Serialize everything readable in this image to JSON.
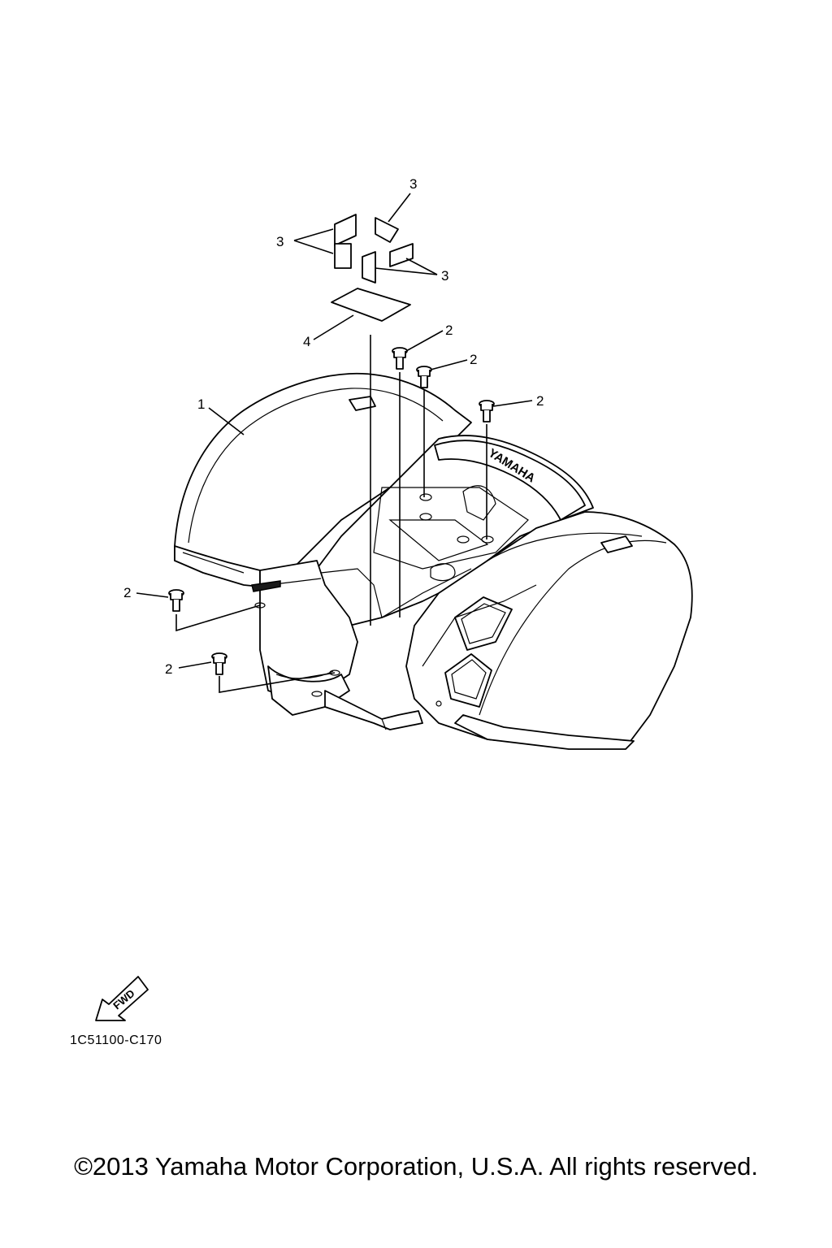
{
  "callouts": {
    "fender": "1",
    "bolt_a": "2",
    "bolt_b": "2",
    "bolt_c": "2",
    "bolt_d": "2",
    "bolt_e": "2",
    "reflector_top": "3",
    "reflector_left": "3",
    "reflector_right": "3",
    "plate": "4"
  },
  "brand_text": "YAMAHA",
  "fwd_label": "FWD",
  "diagram_code": "1C51100-C170",
  "copyright": "©2013 Yamaha Motor Corporation, U.S.A. All rights reserved."
}
